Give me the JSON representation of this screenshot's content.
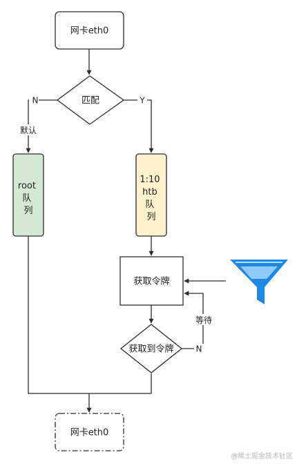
{
  "nodes": {
    "nic_in": {
      "label": "网卡eth0"
    },
    "match": {
      "label": "匹配"
    },
    "root_queue": {
      "lines": [
        "root",
        "队",
        "列"
      ]
    },
    "htb_queue": {
      "lines": [
        "1:10",
        "htb",
        "队",
        "列"
      ]
    },
    "get_token": {
      "label": "获取令牌"
    },
    "got_token": {
      "label": "获取到令牌"
    },
    "nic_out": {
      "label": "网卡eth0"
    }
  },
  "edges": {
    "no": "N",
    "yes": "Y",
    "default": "默认",
    "wait": "等待",
    "no2": "N"
  },
  "colors": {
    "stroke": "#2b2b2b",
    "root_fill": "#d5e8d4",
    "htb_fill": "#fff2cc",
    "funnel_main": "#1e88e5",
    "funnel_light": "#90caf9"
  },
  "icons": {
    "funnel": "funnel-icon"
  },
  "watermark": "@稀土掘金技术社区"
}
